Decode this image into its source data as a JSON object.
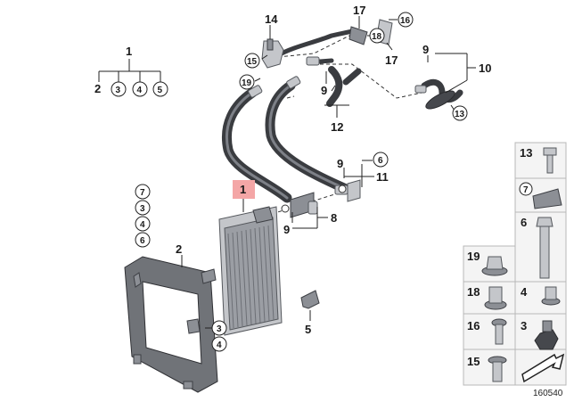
{
  "diagram": {
    "image_id": "160540",
    "legend_tree": {
      "root": "1",
      "children": [
        "2",
        "3",
        "4",
        "5"
      ],
      "circled": [
        "3",
        "4",
        "5"
      ]
    },
    "callouts": {
      "n14": "14",
      "n15": "15",
      "n17a": "17",
      "n18": "18",
      "n16": "16",
      "n17b": "17",
      "n19": "19",
      "n9a": "9",
      "n12": "12",
      "n9b": "9",
      "n10": "10",
      "n13": "13",
      "n6": "6",
      "n9c": "9",
      "n11": "11",
      "n1": "1",
      "n9d": "9",
      "n8": "8",
      "n7": "7",
      "n3a": "3",
      "n4a": "4",
      "n6b": "6",
      "n2": "2",
      "n3b": "3",
      "n4b": "4",
      "n5": "5"
    },
    "highlight_color": "#f4a6a6",
    "parts_panel": [
      {
        "label": "13",
        "circled": false
      },
      {
        "label": "7",
        "circled": true
      },
      {
        "label": "6",
        "circled": false
      },
      {
        "label": "19",
        "circled": false
      },
      {
        "label": "18",
        "circled": false
      },
      {
        "label": "4",
        "circled": false
      },
      {
        "label": "16",
        "circled": false
      },
      {
        "label": "3",
        "circled": false
      },
      {
        "label": "15",
        "circled": false
      }
    ]
  }
}
